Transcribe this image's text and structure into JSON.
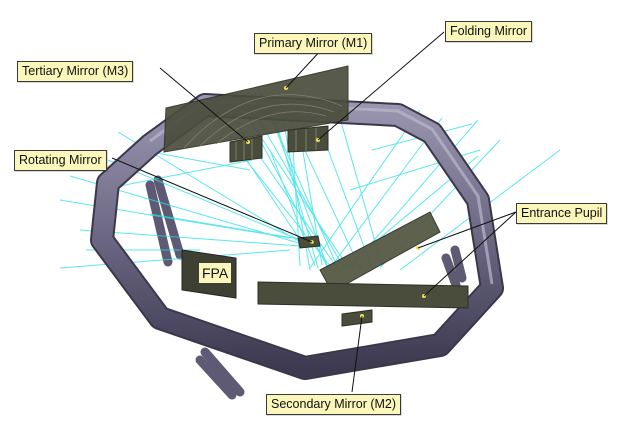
{
  "labels": {
    "primary_mirror": "Primary Mirror (M1)",
    "folding_mirror": "Folding Mirror",
    "tertiary_mirror": "Tertiary Mirror (M3)",
    "rotating_mirror": "Rotating Mirror",
    "entrance_pupil": "Entrance Pupil",
    "secondary_mirror": "Secondary Mirror (M2)",
    "fpa": "FPA"
  },
  "colors": {
    "callout_fill": "#fbf6b9",
    "ring": "#6f6a86",
    "mirror": "#4a4d3c",
    "ray": "#22e0e8"
  }
}
